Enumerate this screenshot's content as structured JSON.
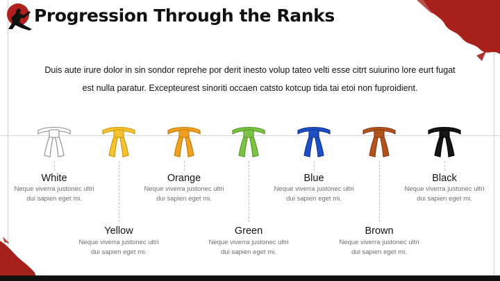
{
  "header": {
    "title": "Progression Through the Ranks",
    "logo_icon": "karateka-silhouette-icon"
  },
  "intro": {
    "text": "Duis aute irure dolor in sin sondor reprehe por derit inesto volup tateo velti esse citrt suiurino lore eurt fugat est nulla paratur. Excepteurest sinoriti occaen catsto kotcup tida tai etoi non fuproidient."
  },
  "theme": {
    "accent": "#b0201c",
    "dark": "#111111",
    "muted_text": "#6f6f6f"
  },
  "ranks": [
    {
      "label": "White",
      "desc": "Neque viverra justonec ultri dui sapien eget mi.",
      "color": "#ffffff",
      "edge": "#8a8a8a",
      "icon": "white-belt-icon"
    },
    {
      "label": "Yellow",
      "desc": "Neque viverra justonec ultri dui sapien eget mi.",
      "color": "#f5c231",
      "edge": "#c79400",
      "icon": "yellow-belt-icon"
    },
    {
      "label": "Orange",
      "desc": "Neque viverra justonec ultri dui sapien eget mi.",
      "color": "#f0a020",
      "edge": "#c27a00",
      "icon": "orange-belt-icon"
    },
    {
      "label": "Green",
      "desc": "Neque viverra justonec ultri dui sapien eget mi.",
      "color": "#7cc243",
      "edge": "#4f9420",
      "icon": "green-belt-icon"
    },
    {
      "label": "Blue",
      "desc": "Neque viverra justonec ultri dui sapien eget mi.",
      "color": "#1f4fc7",
      "edge": "#0f2f8a",
      "icon": "blue-belt-icon"
    },
    {
      "label": "Brown",
      "desc": "Neque viverra justonec ultri dui sapien eget mi.",
      "color": "#b5531c",
      "edge": "#7e3510",
      "icon": "brown-belt-icon"
    },
    {
      "label": "Black",
      "desc": "Neque viverra justonec ultri dui sapien eget mi.",
      "color": "#161616",
      "edge": "#000000",
      "icon": "black-belt-icon"
    }
  ]
}
